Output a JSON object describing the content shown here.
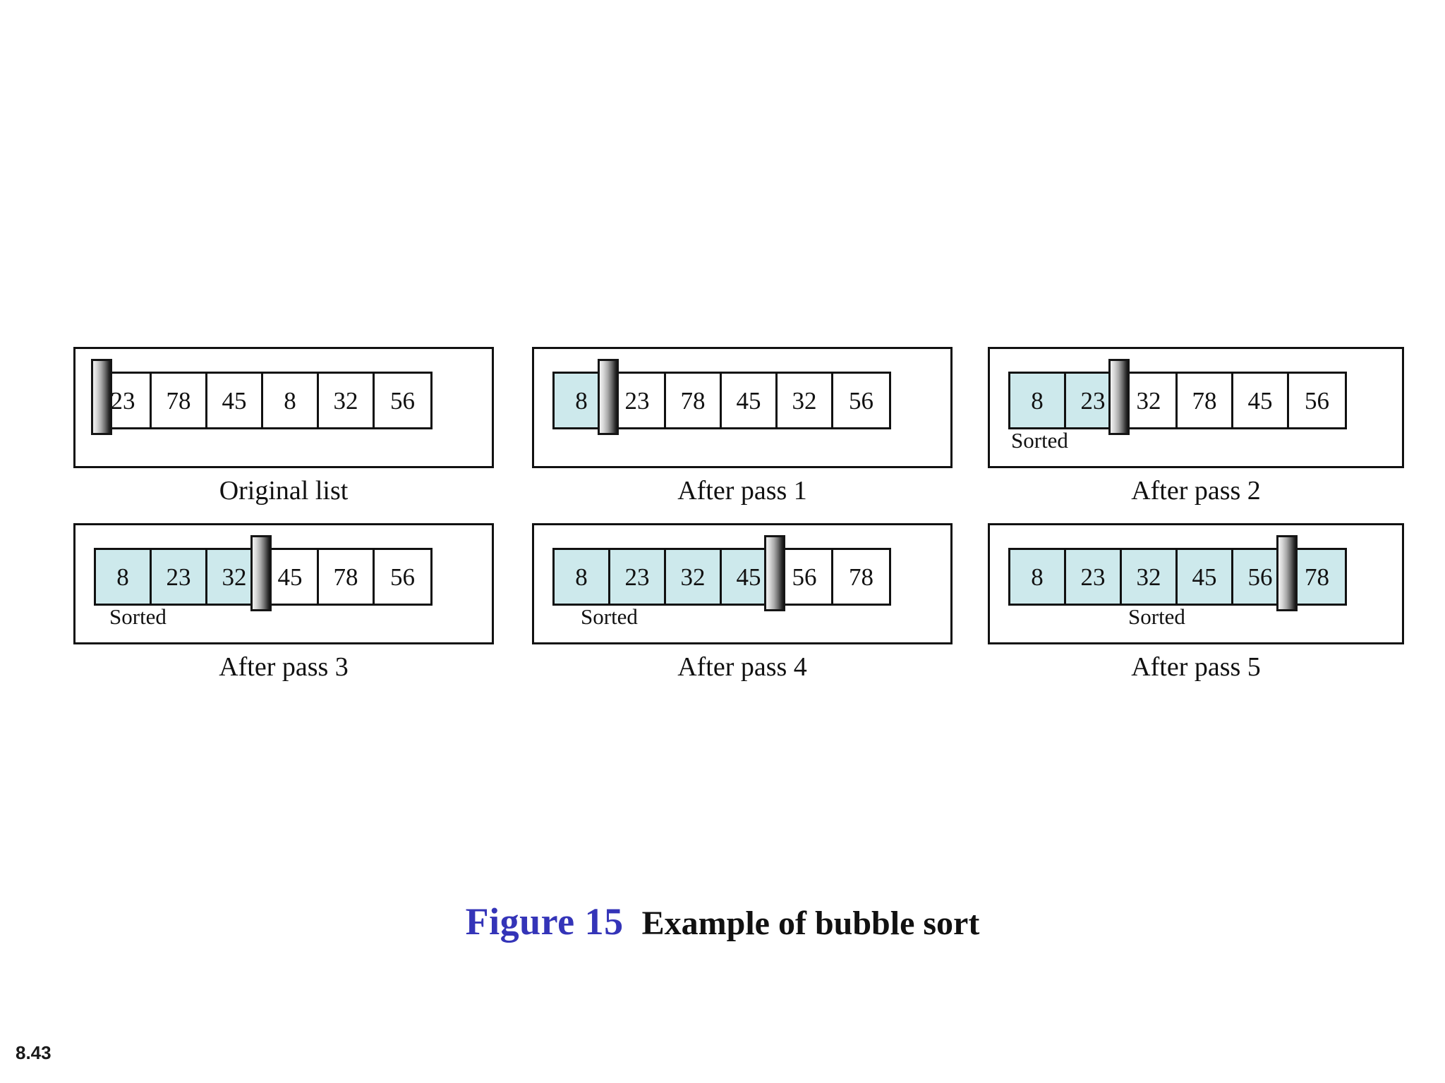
{
  "slide": {
    "number": "8.43",
    "background": "#ffffff"
  },
  "figure": {
    "number_label": "Figure 15",
    "title": "Example of bubble sort",
    "number_color": "#3434b8",
    "title_color": "#111111"
  },
  "colors": {
    "sorted_cell": "#cde9ec",
    "cell_border": "#111111",
    "panel_border": "#111111",
    "marker_light": "#f2f2f2",
    "marker_dark": "#1a1a1a"
  },
  "sorted_label": "Sorted",
  "chart_data": {
    "type": "table",
    "title": "Example of bubble sort",
    "description": "Six snapshots of a six-element list being bubble sorted; a grey marker bar separates the sorted prefix from the unsorted remainder.",
    "initial_list": [
      23,
      78,
      45,
      8,
      32,
      56
    ],
    "final_list": [
      8,
      23,
      32,
      45,
      56,
      78
    ],
    "passes": [
      {
        "caption": "Original list",
        "values": [
          23,
          78,
          45,
          8,
          32,
          56
        ],
        "sorted_count": 0,
        "marker_after_index": 0,
        "show_sorted_label": false
      },
      {
        "caption": "After pass 1",
        "values": [
          8,
          23,
          78,
          45,
          32,
          56
        ],
        "sorted_count": 1,
        "marker_after_index": 1,
        "show_sorted_label": false
      },
      {
        "caption": "After pass 2",
        "values": [
          8,
          23,
          32,
          78,
          45,
          56
        ],
        "sorted_count": 2,
        "marker_after_index": 2,
        "show_sorted_label": true
      },
      {
        "caption": "After pass 3",
        "values": [
          8,
          23,
          32,
          45,
          78,
          56
        ],
        "sorted_count": 3,
        "marker_after_index": 3,
        "show_sorted_label": true
      },
      {
        "caption": "After pass 4",
        "values": [
          8,
          23,
          32,
          45,
          56,
          78
        ],
        "sorted_count": 4,
        "marker_after_index": 4,
        "show_sorted_label": true
      },
      {
        "caption": "After pass 5",
        "values": [
          8,
          23,
          32,
          45,
          56,
          78
        ],
        "sorted_count": 6,
        "marker_after_index": 5,
        "show_sorted_label": true
      }
    ]
  },
  "panels": [
    {
      "caption": "Original list",
      "cells": [
        {
          "value": "23",
          "sorted": false
        },
        {
          "value": "78",
          "sorted": false
        },
        {
          "value": "45",
          "sorted": false
        },
        {
          "value": "8",
          "sorted": false
        },
        {
          "value": "32",
          "sorted": false
        },
        {
          "value": "56",
          "sorted": false
        }
      ]
    },
    {
      "caption": "After pass 1",
      "cells": [
        {
          "value": "8",
          "sorted": true
        },
        {
          "value": "23",
          "sorted": false
        },
        {
          "value": "78",
          "sorted": false
        },
        {
          "value": "45",
          "sorted": false
        },
        {
          "value": "32",
          "sorted": false
        },
        {
          "value": "56",
          "sorted": false
        }
      ]
    },
    {
      "caption": "After pass 2",
      "cells": [
        {
          "value": "8",
          "sorted": true
        },
        {
          "value": "23",
          "sorted": true
        },
        {
          "value": "32",
          "sorted": false
        },
        {
          "value": "78",
          "sorted": false
        },
        {
          "value": "45",
          "sorted": false
        },
        {
          "value": "56",
          "sorted": false
        }
      ]
    },
    {
      "caption": "After pass 3",
      "cells": [
        {
          "value": "8",
          "sorted": true
        },
        {
          "value": "23",
          "sorted": true
        },
        {
          "value": "32",
          "sorted": true
        },
        {
          "value": "45",
          "sorted": false
        },
        {
          "value": "78",
          "sorted": false
        },
        {
          "value": "56",
          "sorted": false
        }
      ]
    },
    {
      "caption": "After pass 4",
      "cells": [
        {
          "value": "8",
          "sorted": true
        },
        {
          "value": "23",
          "sorted": true
        },
        {
          "value": "32",
          "sorted": true
        },
        {
          "value": "45",
          "sorted": true
        },
        {
          "value": "56",
          "sorted": false
        },
        {
          "value": "78",
          "sorted": false
        }
      ]
    },
    {
      "caption": "After pass 5",
      "cells": [
        {
          "value": "8",
          "sorted": true
        },
        {
          "value": "23",
          "sorted": true
        },
        {
          "value": "32",
          "sorted": true
        },
        {
          "value": "45",
          "sorted": true
        },
        {
          "value": "56",
          "sorted": true
        },
        {
          "value": "78",
          "sorted": true
        }
      ]
    }
  ]
}
